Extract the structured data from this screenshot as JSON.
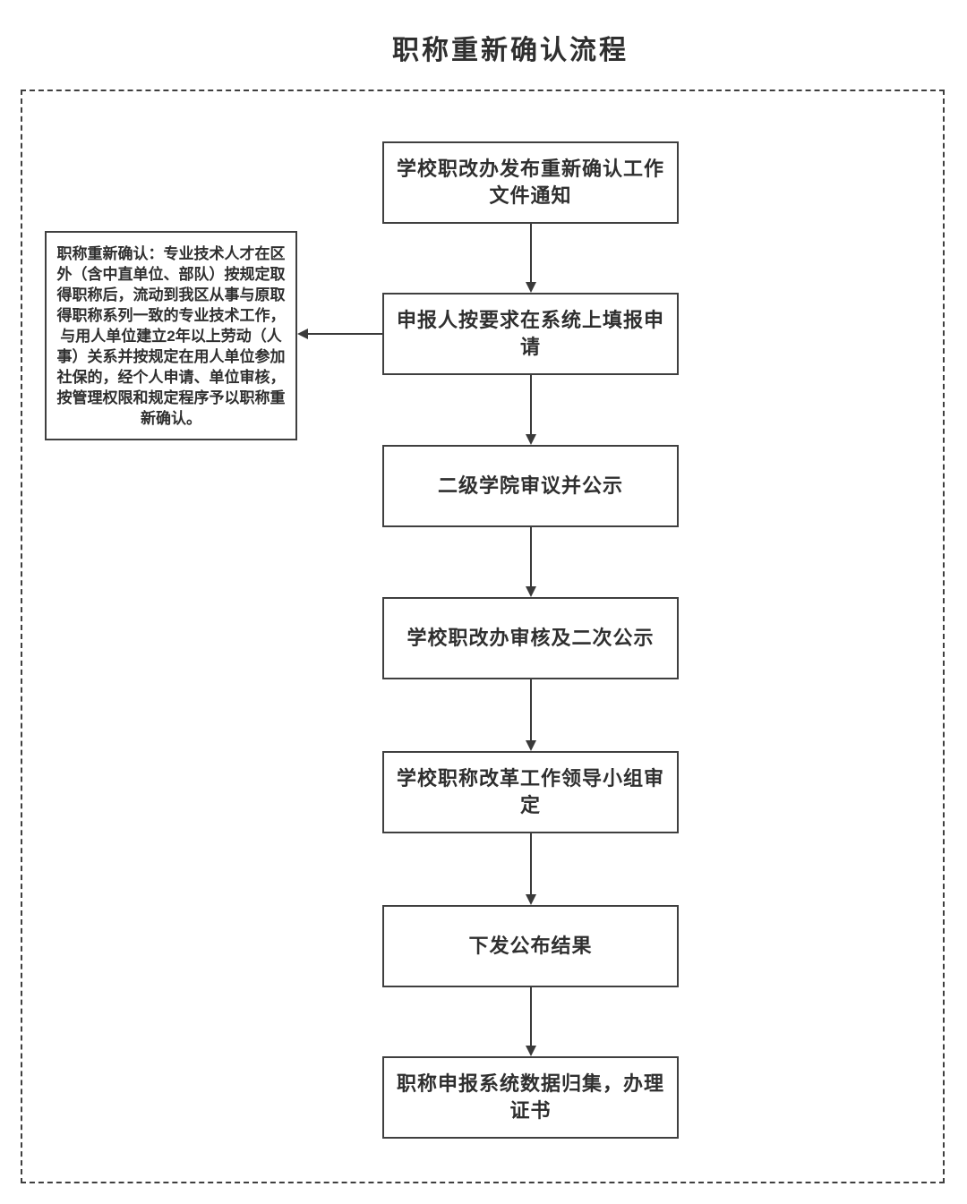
{
  "page": {
    "title": "职称重新确认流程"
  },
  "flowchart": {
    "steps": [
      "学校职改办发布重新确认工作文件通知",
      "申报人按要求在系统上填报申请",
      "二级学院审议并公示",
      "学校职改办审核及二次公示",
      "学校职称改革工作领导小组审定",
      "下发公布结果",
      "职称申报系统数据归集，办理证书"
    ],
    "note": "职称重新确认：专业技术人才在区外（含中直单位、部队）按规定取得职称后，流动到我区从事与原取得职称系列一致的专业技术工作，与用人单位建立2年以上劳动（人事）关系并按规定在用人单位参加社保的，经个人申请、单位审核，按管理权限和规定程序予以职称重新确认。"
  },
  "colors": {
    "text": "#2f2f2f",
    "line": "#3a3a3a",
    "border": "#3f3f3f",
    "background": "#ffffff"
  }
}
